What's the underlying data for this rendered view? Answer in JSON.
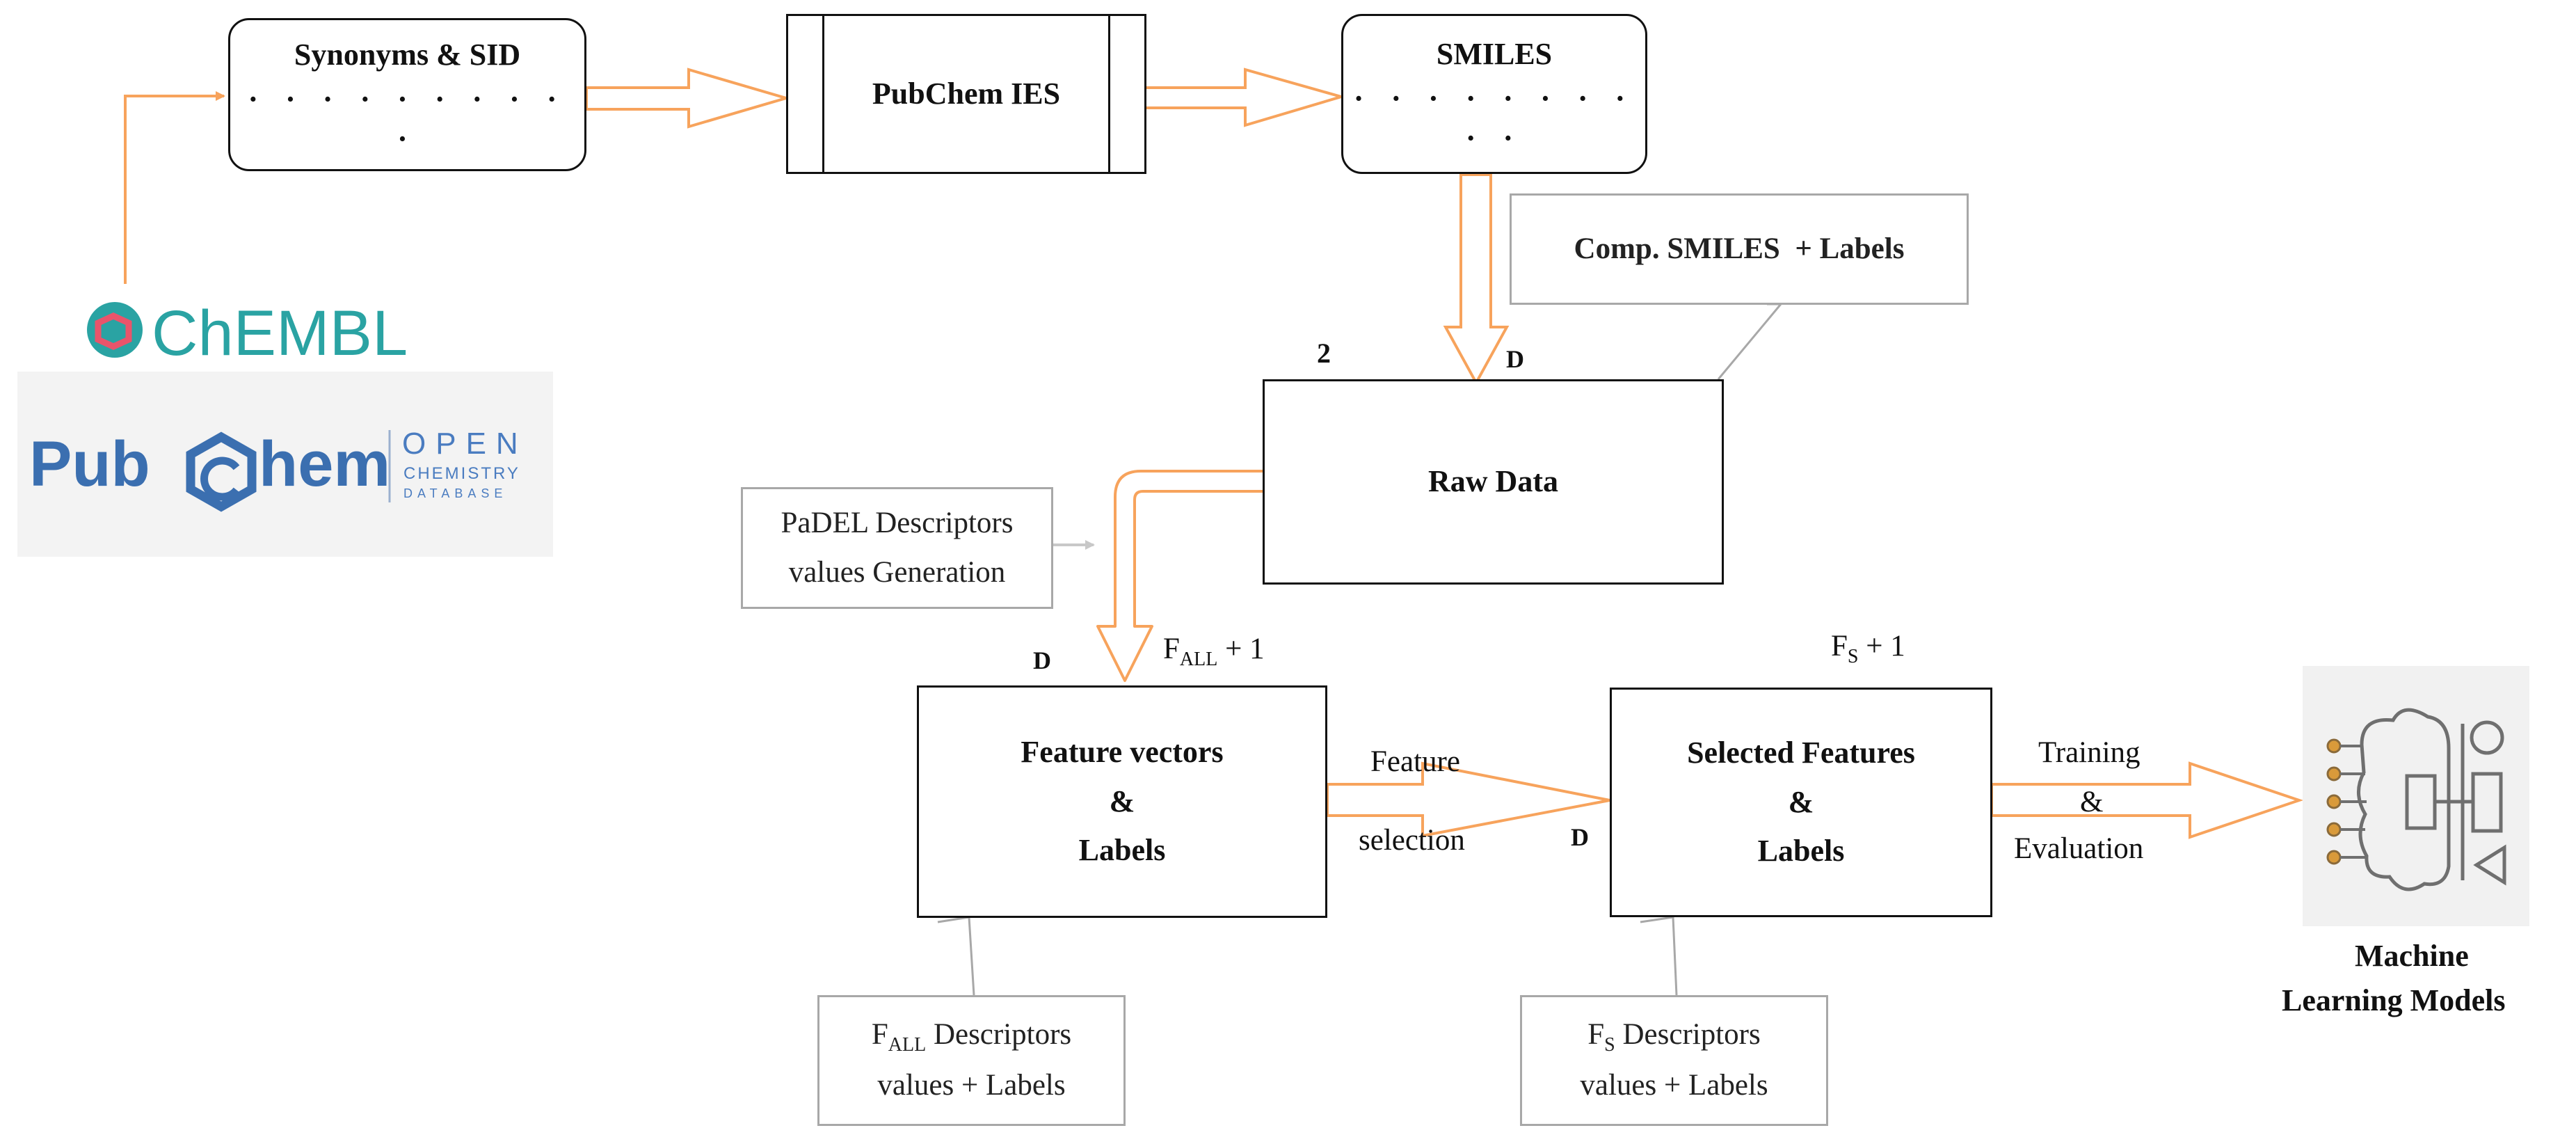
{
  "logos": {
    "chembl": "ChEMBL",
    "pubchem": {
      "word_left": "Pub",
      "word_right": "hem",
      "open": "OPEN",
      "chemistry": "CHEMISTRY",
      "database": "DATABASE"
    }
  },
  "nodes": {
    "synonyms": {
      "label": "Synonyms & SID",
      "dots": "· · · · · · · · · ·"
    },
    "pubchem_ies": {
      "label": "PubChem IES"
    },
    "smiles": {
      "label": "SMILES",
      "dots": "· · · · · · · · · ·"
    },
    "raw_data": {
      "label": "Raw Data"
    },
    "feature_vectors": {
      "line1": "Feature vectors",
      "line2": "&",
      "line3": "Labels"
    },
    "selected_features": {
      "line1": "Selected Features",
      "line2": "&",
      "line3": "Labels"
    }
  },
  "callouts": {
    "comp_smiles": {
      "text": "Comp. SMILES  + Labels"
    },
    "padel": {
      "line1": "PaDEL Descriptors",
      "line2": "values Generation"
    },
    "fall_desc": {
      "f": "F",
      "sub": "ALL",
      "line1_rest": " Descriptors",
      "line2": "values + Labels"
    },
    "fs_desc": {
      "f": "F",
      "sub": "S",
      "line1_rest": " Descriptors",
      "line2": "values + Labels"
    }
  },
  "labels": {
    "two": "2",
    "d_raw": "D",
    "d_feature": "D",
    "d_selected": "D",
    "fall_plus": {
      "f": "F",
      "sub": "ALL",
      "rest": " + 1"
    },
    "fs_plus": {
      "f": "F",
      "sub": "S",
      "rest": " + 1"
    },
    "feature_sel_1": "Feature",
    "feature_sel_2": "selection",
    "training_1": "Training",
    "training_2": "&",
    "training_3": "Evaluation",
    "ml_1": "Machine",
    "ml_2": "Learning Models"
  },
  "colors": {
    "arrow": "#f7a35c",
    "box_border": "#111111",
    "callout_border": "#a8a8a8",
    "chembl_teal": "#2aa3a3",
    "chembl_pink": "#e9546b",
    "pubchem_blue": "#3b6fb0"
  }
}
